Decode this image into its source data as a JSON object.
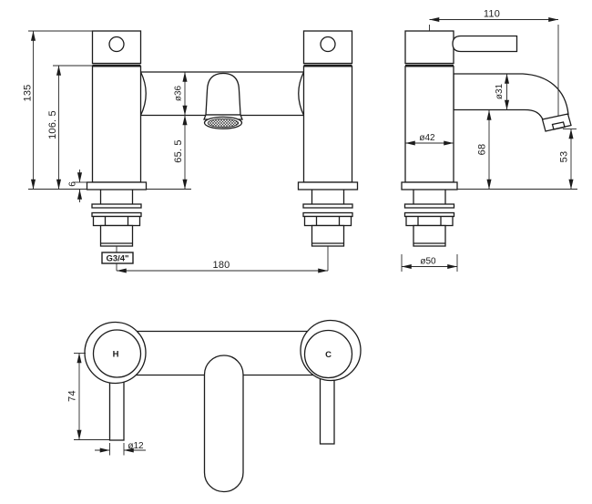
{
  "drawing": {
    "kind": "technical-dimension-drawing",
    "subject": "bath filler tap (front, side and plan views)",
    "colors": {
      "line": "#1c1c1c",
      "background": "#ffffff"
    }
  },
  "front_view": {
    "dim_total_height": "135",
    "dim_body_height": "106. 5",
    "dim_deck_plate_thickness": "6",
    "dim_body_tube_diameter": "ø36",
    "dim_spout_clearance": "65. 5",
    "dim_tap_centres": "180",
    "thread_label": "G3/4\""
  },
  "side_view": {
    "dim_spout_reach": "110",
    "dim_spout_tube_diameter": "ø31",
    "dim_body_diameter": "ø42",
    "dim_under_spout_height": "68",
    "dim_outlet_height": "53",
    "dim_base_diameter": "ø50"
  },
  "plan_view": {
    "hot_label": "H",
    "cold_label": "C",
    "dim_lever_length": "74",
    "dim_lever_diameter": "ø12"
  }
}
